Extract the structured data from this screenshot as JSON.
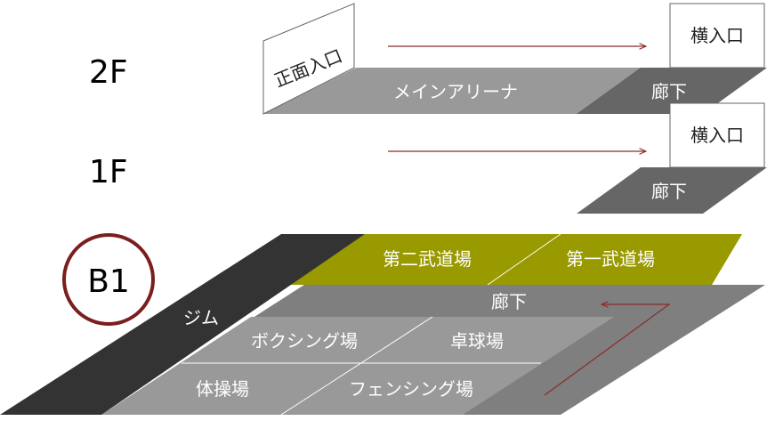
{
  "floors": {
    "f2": "2F",
    "f1": "1F",
    "b1": "B1"
  },
  "entrances": {
    "front": "正面入口",
    "side_2f": "横入口",
    "side_1f": "横入口"
  },
  "rooms": {
    "main_arena": "メインアリーナ",
    "corridor_2f": "廊下",
    "corridor_1f": "廊下",
    "dojo_2": "第二武道場",
    "dojo_1": "第一武道場",
    "corridor_b1": "廊下",
    "gym": "ジム",
    "boxing": "ボクシング場",
    "table_tennis": "卓球場",
    "gymnastics": "体操場",
    "fencing": "フェンシング場"
  },
  "colors": {
    "arena": "#999999",
    "corridor": "#666666",
    "dojo": "#999900",
    "gym": "#333333",
    "b1_base": "#7f7f7f",
    "inner_rooms": "#999999",
    "arrow": "#8b2a2a",
    "b1_circle": "#7a1e1e"
  }
}
